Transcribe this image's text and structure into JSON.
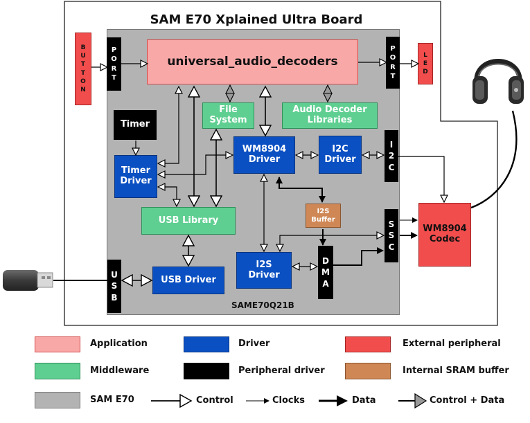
{
  "board": {
    "title": "SAM E70 Xplained Ultra Board",
    "chip_label": "SAME70Q21B"
  },
  "blocks": {
    "application": "universal_audio_decoders",
    "file_system": "File System",
    "audio_decoder_libraries": "Audio Decoder Libraries",
    "timer": "Timer",
    "timer_driver": "Timer Driver",
    "wm8904_driver": "WM8904 Driver",
    "i2c_driver": "I2C Driver",
    "usb_library": "USB Library",
    "usb_driver": "USB Driver",
    "i2s_driver": "I2S Driver",
    "i2s_buffer": "I2S Buffer",
    "wm8904_codec": "WM8904 Codec"
  },
  "vertical_labels": {
    "button": "BUTTON",
    "led": "LED",
    "port_left": "PORT",
    "port_right": "PORT",
    "i2c": "I2C",
    "ssc": "SSC",
    "dma": "DMA",
    "usb": "USB"
  },
  "legend": [
    {
      "label": "Application",
      "swatch": "application"
    },
    {
      "label": "Driver",
      "swatch": "driver"
    },
    {
      "label": "External peripheral",
      "swatch": "external"
    },
    {
      "label": "Middleware",
      "swatch": "middleware"
    },
    {
      "label": "Peripheral driver",
      "swatch": "peripheral"
    },
    {
      "label": "Internal SRAM buffer",
      "swatch": "sram"
    },
    {
      "label": "SAM E70",
      "swatch": "sam"
    },
    {
      "label": "Control",
      "swatch": "control-arrow"
    },
    {
      "label": "Clocks",
      "swatch": "clocks-arrow"
    },
    {
      "label": "Data",
      "swatch": "data-arrow"
    },
    {
      "label": "Control + Data",
      "swatch": "control-data-arrow"
    }
  ],
  "colors": {
    "application": "#f9a8a8",
    "middleware": "#5fcf91",
    "driver": "#0b50c2",
    "peripheral": "#000000",
    "external": "#f24d4d",
    "sram": "#cf8755",
    "sam": "#b3b3b3"
  }
}
